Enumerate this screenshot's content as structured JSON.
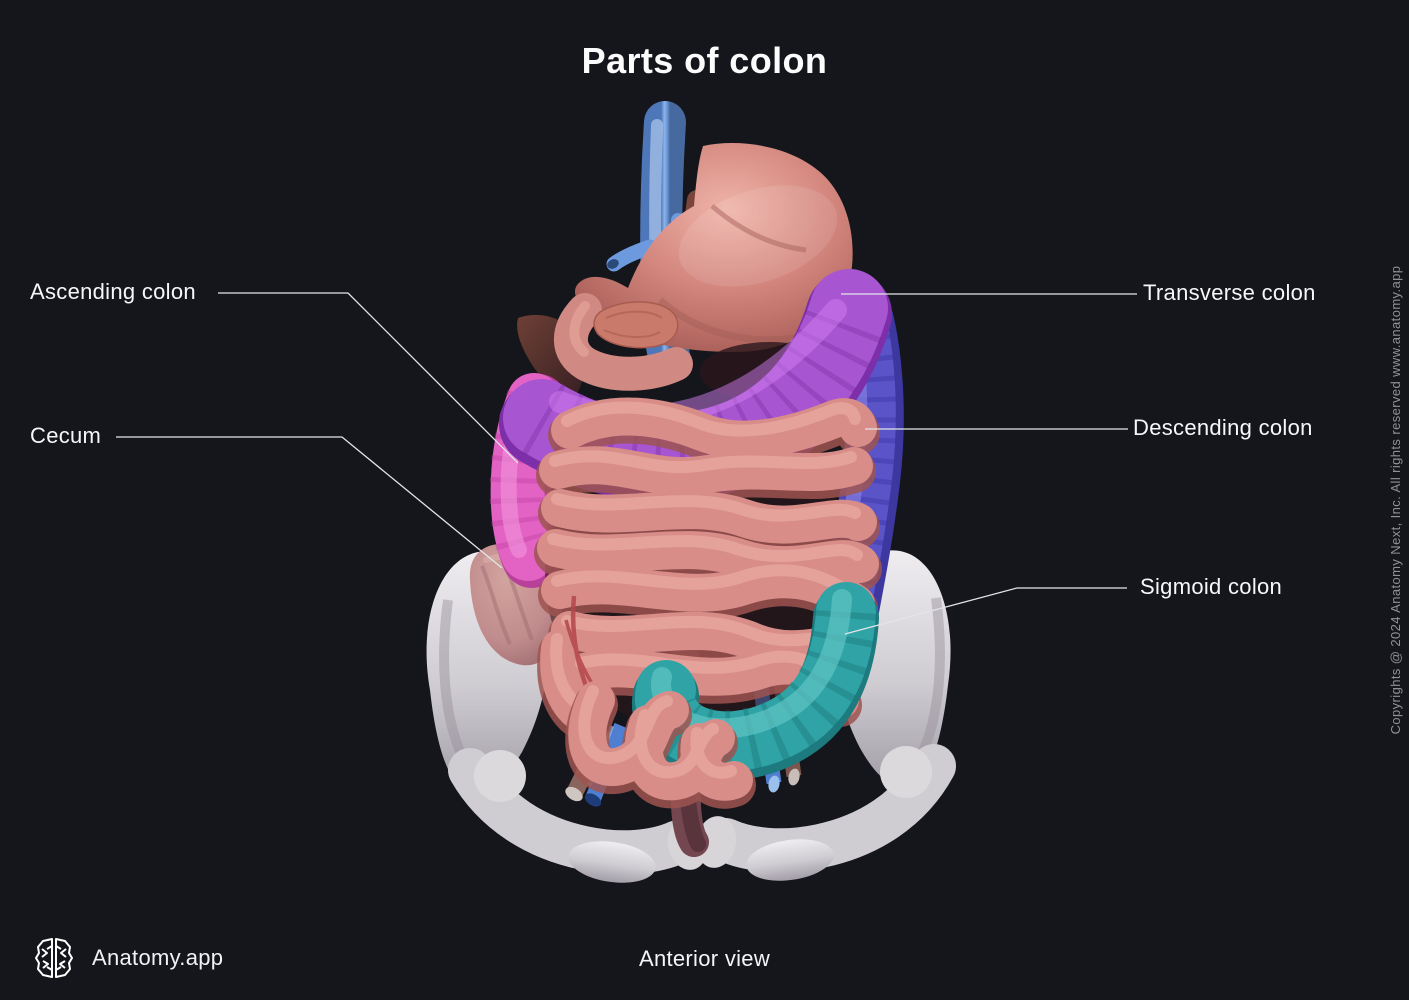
{
  "page": {
    "title": "Parts of colon",
    "background": "#14161b",
    "view_caption": "Anterior view"
  },
  "branding": {
    "app_name": "Anatomy.app",
    "logo_icon": "brain-icon"
  },
  "copyright_vertical": "Copyrights @ 2024 Anatomy Next, Inc. All rights reserved www.anatomy.app",
  "annotations": {
    "left": [
      {
        "label": "Ascending colon"
      },
      {
        "label": "Cecum"
      }
    ],
    "right": [
      {
        "label": "Transverse colon"
      },
      {
        "label": "Descending colon"
      },
      {
        "label": "Sigmoid colon"
      }
    ]
  },
  "figure": {
    "subject": "Large intestine and surrounding organs, 3D render",
    "structures": [
      {
        "name": "Ascending colon",
        "color": "#e263c4"
      },
      {
        "name": "Cecum",
        "color": "#c08b8c"
      },
      {
        "name": "Transverse colon",
        "color": "#a855d2"
      },
      {
        "name": "Descending colon",
        "color": "#5b54c8"
      },
      {
        "name": "Sigmoid colon",
        "color": "#2fa3a5"
      },
      {
        "name": "Small intestine",
        "color": "#d88d88"
      },
      {
        "name": "Stomach",
        "color": "#d4887f"
      },
      {
        "name": "Inferior vena cava",
        "color": "#6d9bdb"
      },
      {
        "name": "Pelvis",
        "color": "#cfccd2"
      },
      {
        "name": "Rectum",
        "color": "#744750"
      }
    ]
  }
}
